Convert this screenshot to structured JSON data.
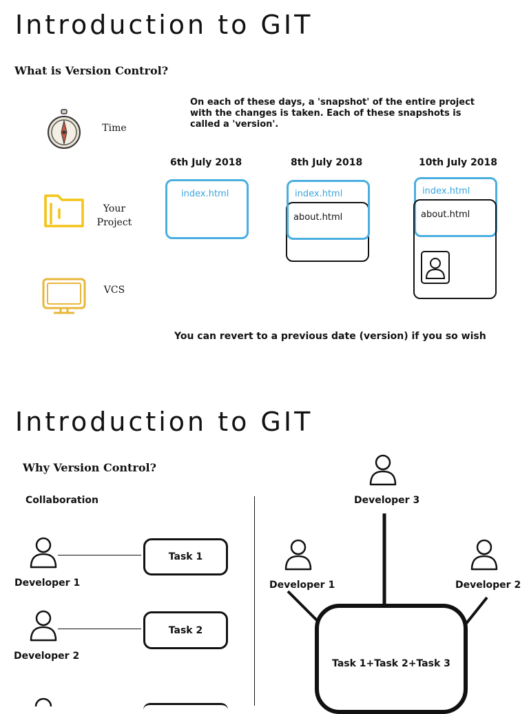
{
  "section1": {
    "title": "Introduction to GIT",
    "subtitle": "What is Version Control?",
    "rows": [
      {
        "label": "Time",
        "icon": "compass-icon"
      },
      {
        "label_line1": "Your",
        "label_line2": "Project",
        "icon": "folder-icon"
      },
      {
        "label": "VCS",
        "icon": "monitor-icon"
      }
    ],
    "snapshot_note": "On each of these days, a 'snapshot' of the entire project with the changes is taken. Each of these snapshots is called a 'version'.",
    "versions": [
      {
        "date": "6th July 2018",
        "files": [
          "index.html"
        ]
      },
      {
        "date": "8th July 2018",
        "files": [
          "index.html",
          "about.html"
        ]
      },
      {
        "date": "10th July 2018",
        "files": [
          "index.html",
          "about.html"
        ],
        "has_image": true
      }
    ],
    "revert_note": "You can revert to a previous date (version) if you so wish"
  },
  "section2": {
    "title": "Introduction to GIT",
    "subtitle": "Why Version Control?",
    "collaboration_label": "Collaboration",
    "left_pairs": [
      {
        "developer": "Developer 1",
        "task": "Task 1"
      },
      {
        "developer": "Developer 2",
        "task": "Task 2"
      }
    ],
    "right": {
      "developer_top": "Developer 3",
      "developer_left": "Developer 1",
      "developer_right": "Developer 2",
      "combined_task": "Task 1+Task 2+Task 3"
    }
  },
  "colors": {
    "accent_blue": "#4aaee0",
    "icon_yellow": "#f4c419",
    "monitor_yellow": "#e8b73a",
    "ink": "#111111"
  }
}
